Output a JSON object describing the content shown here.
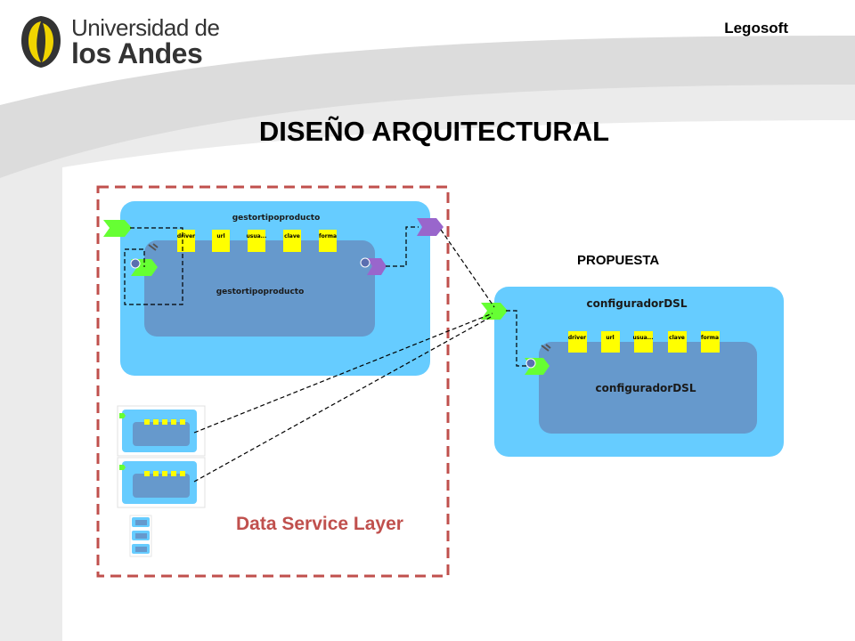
{
  "header": {
    "logo_line1": "Universidad de",
    "logo_line2": "los Andes",
    "company": "Legosoft"
  },
  "title": "DISEÑO ARQUITECTURAL",
  "proposal_label": "PROPUESTA",
  "layer_label": "Data Service Layer",
  "left_component": {
    "outer_name": "gestortipoproducto",
    "inner_name": "gestortipoproducto",
    "ports": [
      "driver",
      "url",
      "usua...",
      "clave",
      "forma"
    ]
  },
  "right_component": {
    "outer_name": "configuradorDSL",
    "inner_name": "configuradorDSL",
    "ports": [
      "driver",
      "url",
      "usua...",
      "clave",
      "forma"
    ]
  },
  "colors": {
    "outer_box": "#66ccff",
    "inner_box": "#6699cc",
    "port_yellow": "#ffff00",
    "green_arrow": "#66ff33",
    "purple_arrow": "#9966cc",
    "layer_border": "#c0504d"
  }
}
